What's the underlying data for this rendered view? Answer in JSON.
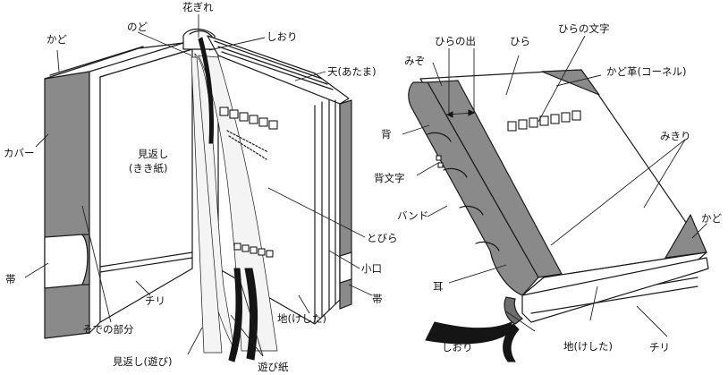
{
  "left_labels": {
    "hanagire": "花ぎれ",
    "kado": "かど",
    "nodo": "のど",
    "shiori": "しおり",
    "ten": "天(あたま)",
    "cover": "カバー",
    "mikaeshi_kiki": "見返し\n(きき紙)",
    "tobira": "とびら",
    "koguchi": "小口",
    "obi_left": "帯",
    "obi_right": "帯",
    "chiri": "チリ",
    "sode": "そでの部分",
    "chi": "地(けした)",
    "mikaeshi_asobi": "見返し(遊び)",
    "asobi_gami": "遊び紙"
  },
  "right_labels": {
    "hira_no_de": "ひらの出",
    "hira": "ひら",
    "hira_no_moji": "ひらの文字",
    "mizo": "みぞ",
    "kado_gawa": "かど革(コーネル)",
    "se": "背",
    "mikiri": "みきり",
    "se_moji": "背文字",
    "kado": "かど",
    "band": "バンド",
    "mimi": "耳",
    "shiori": "しおり",
    "chi": "地(けした)",
    "chiri": "チリ"
  }
}
